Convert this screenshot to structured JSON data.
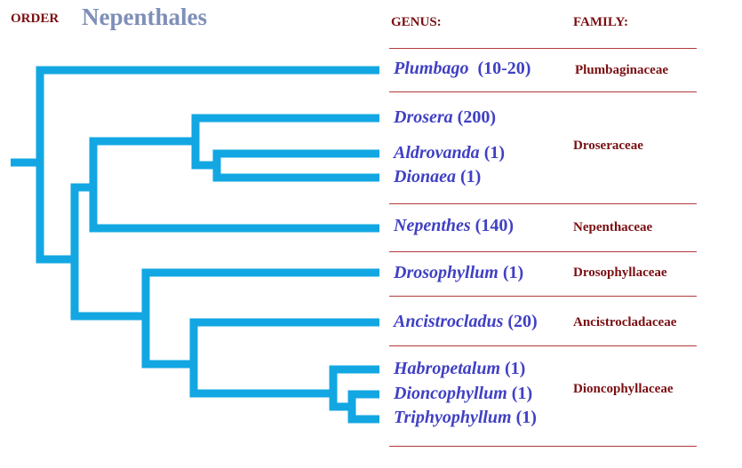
{
  "header": {
    "order_label": "ORDER",
    "order_name": "Nepenthales",
    "genus_label": "GENUS:",
    "family_label": "FAMILY:"
  },
  "genera": [
    {
      "name": "Plumbago",
      "count": "(10-20)"
    },
    {
      "name": "Drosera",
      "count": "(200)"
    },
    {
      "name": "Aldrovanda",
      "count": "(1)"
    },
    {
      "name": "Dionaea",
      "count": "(1)"
    },
    {
      "name": "Nepenthes",
      "count": "(140)"
    },
    {
      "name": "Drosophyllum",
      "count": "(1)"
    },
    {
      "name": "Ancistrocladus",
      "count": "(20)"
    },
    {
      "name": "Habropetalum",
      "count": "(1)"
    },
    {
      "name": "Dioncophyllum",
      "count": "(1)"
    },
    {
      "name": "Triphyophyllum",
      "count": "(1)"
    }
  ],
  "families": [
    "Plumbaginaceae",
    "Droseraceae",
    "Nepenthaceae",
    "Drosophyllaceae",
    "Ancistrocladaceae",
    "Dioncophyllaceae"
  ],
  "colors": {
    "branch": "#12a7e2",
    "genus_text": "#4040c4",
    "family_text": "#7a0f12",
    "order_name": "#7f8fb8",
    "rule": "#b23a3a"
  }
}
